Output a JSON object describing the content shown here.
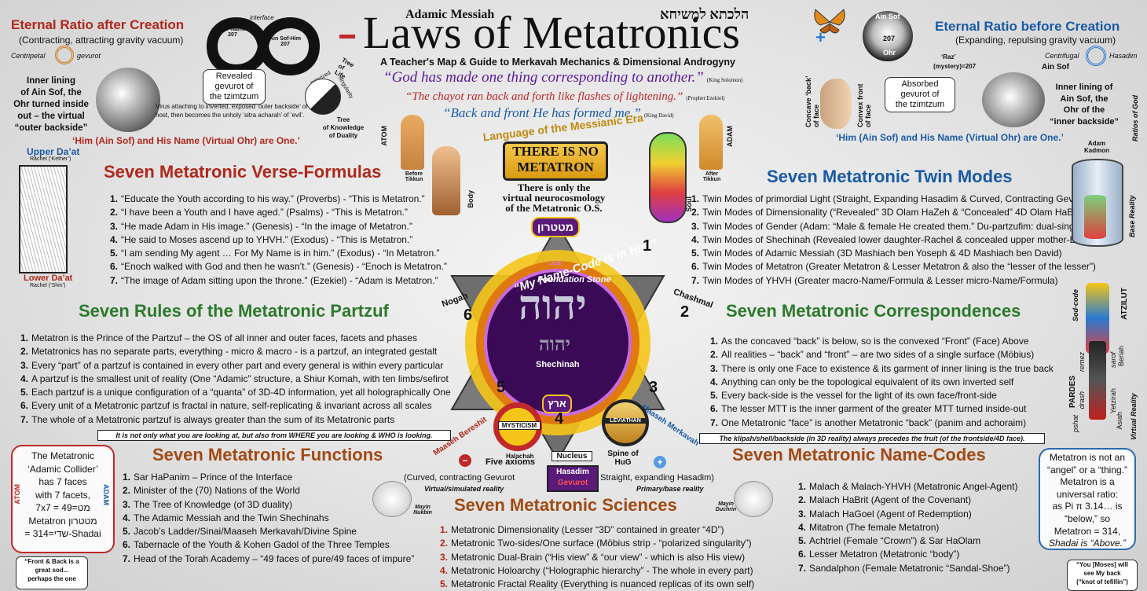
{
  "header": {
    "adamic": "Adamic Messiah",
    "hebrew_title": "הלכתא למשיחא",
    "title": "Laws of Metatronics",
    "subtitle": "A Teacher's Map & Guide to Merkavah Mechanics & Dimensional Androgyny",
    "quote1": "“God has made one thing corresponding to another.”",
    "quote1_src": "(King Solomon)",
    "quote2": "“The chayot ran back and forth like flashes of lightening.”",
    "quote2_src": "(Prophet Ezekiel)",
    "quote3": "“Back and front He has formed me.”",
    "quote3_src": "(King David)"
  },
  "left_top": {
    "title": "Eternal Ratio after Creation",
    "sub": "(Contracting, attracting gravity vacuum)",
    "centripetal": "Centripetal",
    "gevurot": "gevurot",
    "lining": [
      "Inner lining",
      "of Ain Sof, the",
      "Ohr turned inside",
      "out – the virtual",
      "“outer backside”"
    ],
    "ohr_name": "Ohr-Name 207",
    "ain_sof_him": "Ain Sof-Him 207",
    "interface": "interface",
    "revealed": [
      "Revealed",
      "gevurot of",
      "the tzimtzum"
    ],
    "virus": "Virus attaching to inverted, exposed ‘outer backside’ of holy host, then becomes the unholy ‘sitra acharah’ of ‘evil’.",
    "tree_life": "Tree of Life",
    "polarized": "polarized",
    "singularity": "singularity",
    "tree_knowledge": [
      "Tree",
      "of Knowledge",
      "of Duality"
    ],
    "him": "‘Him (Ain Sof) and His Name (Virtual Ohr) are One.’"
  },
  "right_top": {
    "title": "Eternal Ratio before Creation",
    "sub": "(Expanding, repulsing gravity vacuum)",
    "ain_sof": "Ain Sof",
    "n207": "207",
    "ohr": "Ohr",
    "raz": "‘Raz’",
    "mystery": "(mystery)=207",
    "centrifugal": "Centrifugal",
    "hasadim": "Hasadim",
    "ain_sof2": "Ain Sof",
    "concave": "Concave ‘back’ of face",
    "convex": "Convex front of face",
    "absorbed": [
      "Absorbed",
      "gevurot of",
      "the tzimtzum"
    ],
    "lining": [
      "Inner lining of",
      "Ain Sof, the",
      "Ohr of the",
      "“inner backside”"
    ],
    "him": "‘Him (Ain Sof) and His Name (Virtual Ohr) are One.’",
    "ratios": "Ratios of God"
  },
  "center": {
    "language": "Language of the Messianic Era",
    "no_metatron": [
      "THERE IS NO",
      "METATRON"
    ],
    "only": [
      "There is only the",
      "virtual neurocosmology",
      "of the Metatronic O.S."
    ],
    "hebrew_top": "מטטרון",
    "name_code": "“My Name-Code is in Him”",
    "leah": "Leah",
    "foundation": "Foundation Stone",
    "yhvh": "יהוה",
    "yhvh_small": "יהוה",
    "shechinah": "Shechinah",
    "bottom_hebrew": "ארץ",
    "nogah": "Nogah",
    "chashmal": "Chashmal",
    "maaseh_bereshit": "Maaseh Bereshit",
    "maaseh_merkavah": "Maaseh Merkavah",
    "numbers": [
      "1",
      "2",
      "3",
      "4",
      "5",
      "6"
    ],
    "mysticism": "MYSTICISM",
    "leviathan": "LEVIATHAN",
    "halachah": "Halachah",
    "spine": "Spine of HuG",
    "five_axioms": "Five axioms",
    "nucleus": "Nucleus",
    "hasadim": "Hasadim",
    "gevurot": "Gevurot",
    "curved": "(Curved, contracting Gevurot",
    "straight": "Straight, expanding Hasadim)",
    "virtual_reality": "Virtual/simulated reality",
    "primary_reality": "Primary/base reality",
    "mayin_nukbin": "Mayin Nukbin",
    "mayin_duchrin": "Mayin Duchrin",
    "atom": "ATOM",
    "before_tikkun": "Before Tikkun",
    "after_tikkun": "After Tikkun",
    "body": "Body",
    "soul": "Soul",
    "adam": "ADAM"
  },
  "upper_daat": {
    "label": "Upper Da’at",
    "rachel": "Rachel (‘Kether’)",
    "lower": "Lower Da’at",
    "lower_rachel": "Rachel (‘Shin’)"
  },
  "verse": {
    "title": "Seven Metatronic Verse-Formulas",
    "items": [
      "“Educate the Youth according to his way.” (Proverbs) - “This is Metatron.”",
      "“I have been a Youth and I have aged.” (Psalms) - “This is Metatron.”",
      "“He made Adam in His image.” (Genesis) - “In the image of Metatron.”",
      "“He said to Moses ascend up to YHVH.” (Exodus) - “This is Metatron.”",
      "“I am sending My agent … For My Name is in him.” (Exodus) - “In Metatron.”",
      "“Enoch walked with God and then he wasn’t.” (Genesis) - “Enoch is Metatron.”",
      "“The image of Adam sitting upon the throne.” (Ezekiel) - “Adam is Metatron.”"
    ]
  },
  "rules": {
    "title": "Seven Rules of the Metatronic Partzuf",
    "items": [
      "Metatron is the Prince of the Partzuf – the OS of all inner and outer faces, facets and phases",
      "Metatronics has no separate parts, everything - micro & macro - is a partzuf, an integrated gestalt",
      "Every “part” of a partzuf is contained in every other part and every general is within every particular",
      "A partzuf is the smallest unit of reality (One “Adamic” structure, a Shiur Komah, with ten limbs/sefirot",
      "Each partzuf is a unique configuration of a “quanta” of 3D-4D information, yet all holographically One",
      "Every unit of a Metatronic partzuf is fractal in nature, self-replicating & invariant across all scales",
      "The whole of a Metatronic partzuf is always greater than the sum of its Metatronic parts"
    ],
    "banner": "It is not only what you are looking at, but also from WHERE you are looking & WHO is looking."
  },
  "collider": {
    "lines": [
      "The Metatronic",
      "‘Adamic Collider’",
      "has 7 faces",
      "with 7 facets,",
      "7x7 = 49=מט",
      "Metatron מטטרון",
      "= 314=שדי-Shadai"
    ],
    "atom": "ATOM",
    "adam": "ADAM"
  },
  "front_back": [
    "“Front & Back is a",
    "great sod...",
    "perhaps the one"
  ],
  "functions": {
    "title": "Seven Metatronic Functions",
    "items": [
      "Sar HaPanim – Prince of the Interface",
      "Minister of the (70) Nations of the World",
      "The Tree of Knowledge (of 3D duality)",
      "The Adamic Messiah and the Twin Shechinahs",
      "Jacob’s Ladder/Sinai/Maaseh Merkavah/Divine Spine",
      "Tabernacle of the Youth & Kohen Gadol of the Three Temples",
      "Head of the Torah Academy – “49 faces of pure/49 faces of impure”"
    ]
  },
  "sciences": {
    "title": "Seven Metatronic Sciences",
    "items": [
      "Metatronic Dimensionality (Lesser “3D” contained in greater “4D”)",
      "Metatronic Two-sides/One surface (Möbius strip - “polarized singularity”)",
      "Metatronic Dual-Brain (“His view” & “our view” - which is also His view)",
      "Metatronic Holoarchy (“Holographic hierarchy” - The whole in every part)",
      "Metatronic Fractal Reality (Everything is nuanced replicas of its own self)"
    ]
  },
  "twin": {
    "title": "Seven Metatronic Twin Modes",
    "items": [
      "Twin Modes of primordial Light (Straight, Expanding Hasadim & Curved, Contracting Gevurot)",
      "Twin Modes of Dimensionality (“Revealed” 3D Olam HaZeh & “Concealed” 4D Olam HaBah)",
      "Twin Modes of Gender (Adam: “Male & female He created them.” Du-partzufim: dual-singularity)",
      "Twin Modes of Shechinah (Revealed lower daughter-Rachel & concealed upper mother-Leah)",
      "Twin Modes of Adamic Messiah (3D Mashiach ben Yoseph & 4D Mashiach ben David)",
      "Twin Modes of Metatron (Greater Metatron & Lesser Metatron & also the “lesser of the lesser”)",
      "Twin Modes of YHVH (Greater macro-Name/Formula & Lesser micro-Name/Formula)"
    ]
  },
  "correspondences": {
    "title": "Seven Metatronic Correspondences",
    "items": [
      "As the concaved “back” is below, so is the convexed “Front” (Face) Above",
      "All realities – “back” and “front” – are two sides of a single surface (Möbius)",
      "There is only one Face to existence & its garment of inner lining is the true back",
      "Anything can only be the topological equivalent of its own inverted self",
      "Every back-side is the vessel for the light of its own face/front-side",
      "The lesser MTT is the inner garment of the greater MTT turned inside-out",
      "One Metatronic “face” is another Metatronic “back” (panim and achoraim)"
    ],
    "banner": "The klipah/shell/backside (in 3D reality) always precedes the fruit (of the frontside/4D face)."
  },
  "namecodes": {
    "title": "Seven Metatronic Name-Codes",
    "items": [
      "Malach & Malach-YHVH (Metatronic Angel-Agent)",
      "Malach HaBrit (Agent of the Covenant)",
      "Malach HaGoel (Agent of Redemption)",
      "Mitatron (The female Metatron)",
      "Achtriel (Female “Crown”) & Sar HaOlam",
      "Lesser Metatron (Metatronic “body”)",
      "Sandalphon (Female Metatronic “Sandal-Shoe”)"
    ]
  },
  "right_box": [
    "Metatron is not an",
    "“angel” or a “thing.”",
    "Metatron is a",
    "universal ratio:",
    "as Pi π 3.14… is",
    "“below,” so",
    "Metatron = 314,",
    "Shadai is “Above.”"
  ],
  "moses": [
    "“You [Moses] will",
    "see My back",
    "(“knot of tefillin”)"
  ],
  "right_edge": {
    "adam_kadmon": "Adam Kadmon",
    "base_reality": "Base Reality",
    "sod_code": "Sod-code",
    "atzilut": "ATZILUT",
    "pardes": "PARDES",
    "remez": "remez",
    "drash": "drash",
    "pshat": "pshat",
    "sarof": "sarof",
    "beriah": "Beriah",
    "yetzirah": "Yetzirah",
    "asiah": "Asiah",
    "virtual_reality": "Virtual Reality"
  },
  "colors": {
    "red": "#b0281c",
    "blue": "#1a5aa6",
    "green": "#2c7a2c",
    "brown": "#a14a14",
    "gold": "#e0a021",
    "purple": "#5a1a7a"
  }
}
